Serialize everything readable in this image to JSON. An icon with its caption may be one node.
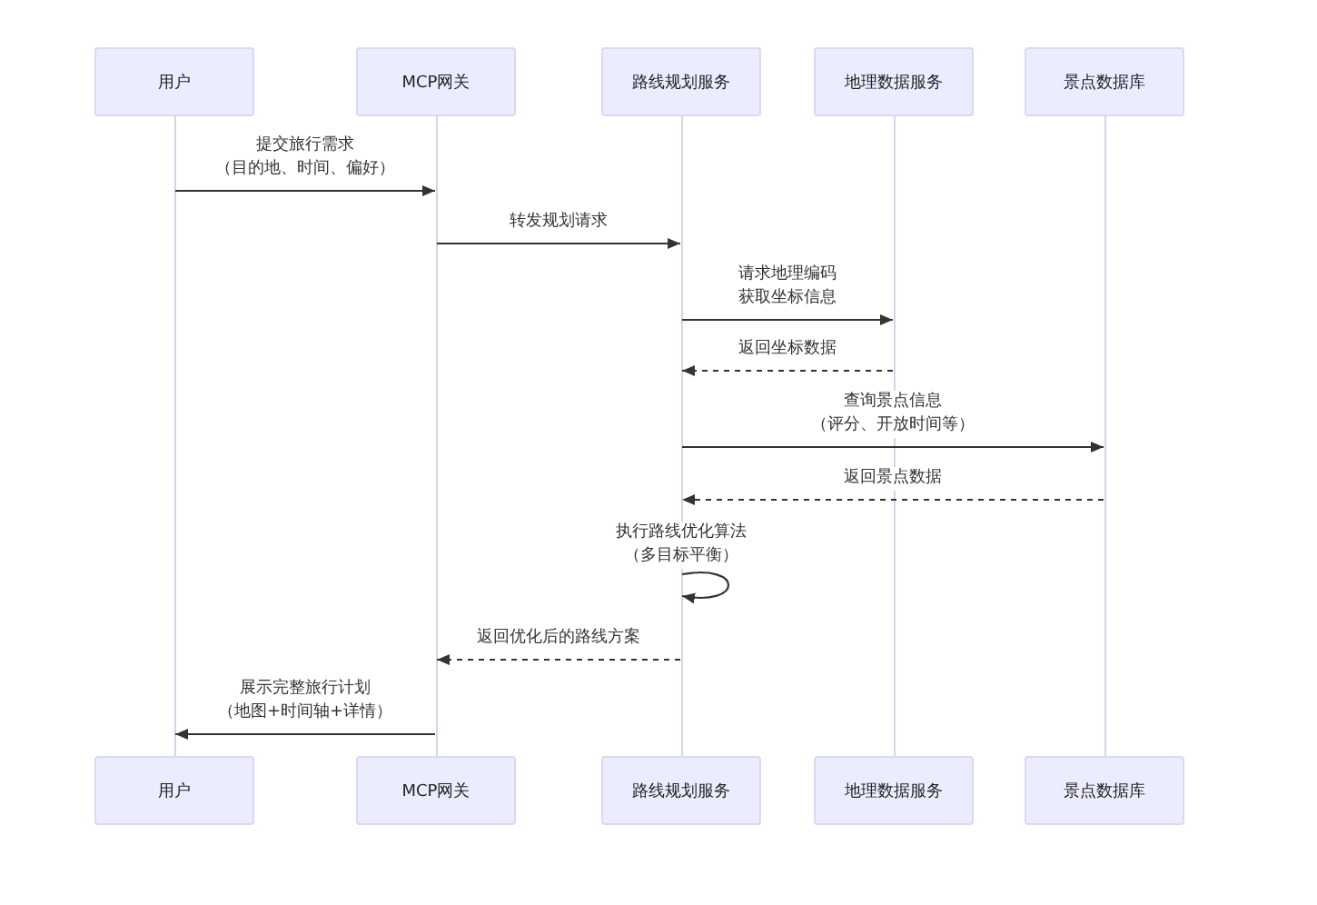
{
  "diagram": {
    "nodes": [
      {
        "text": [
          "用户"
        ]
      },
      {
        "text": [
          "MCP网关"
        ]
      },
      {
        "text": [
          "路线规划服务"
        ]
      },
      {
        "text": [
          "地理数据服务"
        ]
      },
      {
        "text": [
          "景点数据库"
        ]
      },
      {
        "text": [],
        "shape": "line"
      },
      {
        "text": [],
        "shape": "line"
      },
      {
        "text": [],
        "shape": "line"
      },
      {
        "text": [],
        "shape": "line"
      },
      {
        "text": [],
        "shape": "line"
      },
      {
        "text": [
          "用户"
        ]
      },
      {
        "text": [
          "MCP网关"
        ]
      },
      {
        "text": [
          "路线规划服务"
        ]
      },
      {
        "text": [
          "地理数据服务"
        ]
      },
      {
        "text": [
          "景点数据库"
        ]
      }
    ],
    "edges": [
      {
        "from": 5,
        "to": 6,
        "arrow": "to",
        "label": "提交旅行需求（目的地、时间、偏好）"
      },
      {
        "from": 6,
        "to": 7,
        "arrow": "to",
        "label": "转发规划请求"
      },
      {
        "from": 7,
        "to": 8,
        "arrow": "to",
        "label": "请求地理编码获取坐标信息"
      },
      {
        "from": 8,
        "to": 7,
        "arrow": "to",
        "style": "dashed",
        "label": "返回坐标数据"
      },
      {
        "from": 7,
        "to": 9,
        "arrow": "to",
        "label": "查询景点信息（评分、开放时间等）"
      },
      {
        "from": 9,
        "to": 7,
        "arrow": "to",
        "style": "dashed",
        "label": "返回景点数据"
      },
      {
        "from": 7,
        "to": 7,
        "arrow": "to",
        "label": "执行路线优化算法（多目标平衡）"
      },
      {
        "from": 7,
        "to": 6,
        "arrow": "to",
        "style": "dashed",
        "label": "返回优化后的路线方案"
      },
      {
        "from": 6,
        "to": 5,
        "arrow": "to",
        "label": "展示完整旅行计划（地图+时间轴+详情）"
      }
    ]
  }
}
